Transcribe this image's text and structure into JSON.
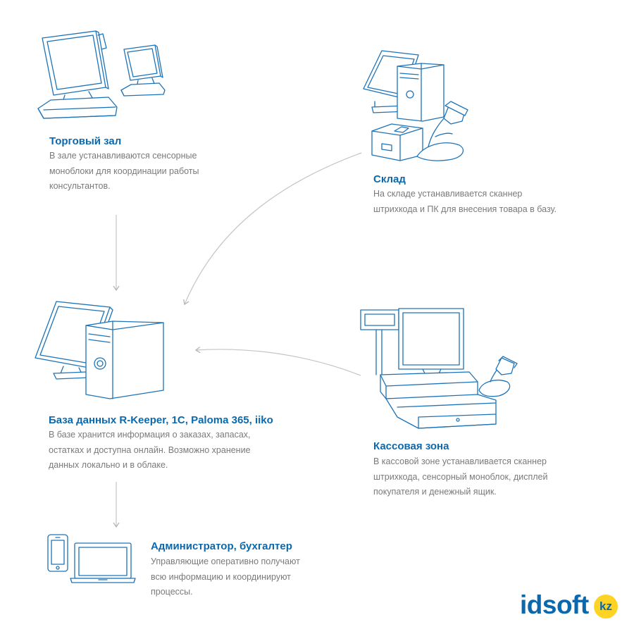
{
  "nodes": {
    "sales_floor": {
      "title": "Торговый зал",
      "desc": [
        "В зале устанавливаются сенсорные",
        "моноблоки для координации работы",
        "консультантов."
      ]
    },
    "warehouse": {
      "title": "Склад",
      "desc": [
        "На складе устанавливается сканнер",
        "штрихкода и ПК для внесения товара в базу."
      ]
    },
    "database": {
      "title": "База данных R-Keeper, 1С, Paloma 365, iiko",
      "desc": [
        "В базе хранится информация о заказах, запасах,",
        "остатках и доступна онлайн. Возможно хранение",
        "данных локально и в облаке."
      ]
    },
    "checkout": {
      "title": "Кассовая зона",
      "desc": [
        "В кассовой зоне устанавливается сканнер",
        "штрихкода, сенсорный моноблок, дисплей",
        "покупателя и денежный ящик."
      ]
    },
    "admin": {
      "title": "Администратор, бухгалтер",
      "desc": [
        "Управляющие оперативно получают",
        "всю информацию и координируют",
        "процессы."
      ]
    }
  },
  "edges": [
    {
      "from": "sales_floor",
      "to": "database"
    },
    {
      "from": "warehouse",
      "to": "database"
    },
    {
      "from": "checkout",
      "to": "database"
    },
    {
      "from": "database",
      "to": "admin"
    }
  ],
  "logo": {
    "text": "idsoft",
    "badge": "kz"
  },
  "colors": {
    "title": "#0b68ad",
    "text": "#7a7a7a",
    "icon_stroke": "#1d73b8",
    "arrow": "#bdbdbd",
    "badge": "#ffd324"
  },
  "icons": [
    "touch-pos-terminals-icon",
    "warehouse-pc-scanner-icon",
    "database-server-icon",
    "cash-register-icon",
    "phone-laptop-icon"
  ]
}
